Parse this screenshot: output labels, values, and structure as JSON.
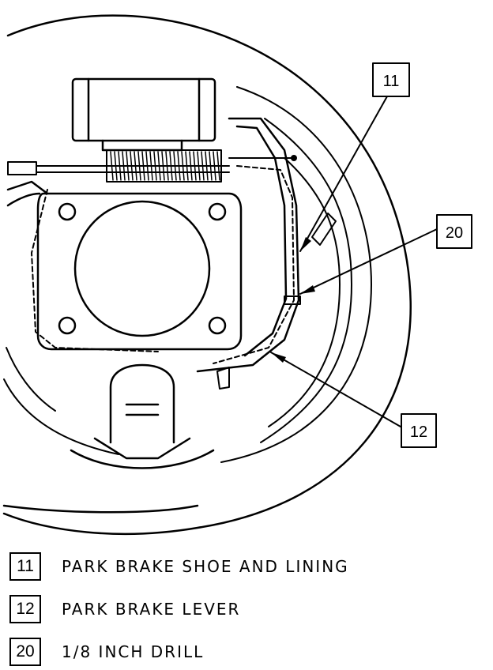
{
  "callouts": [
    {
      "number": "11",
      "label": "PARK BRAKE SHOE AND LINING"
    },
    {
      "number": "12",
      "label": "PARK BRAKE LEVER"
    },
    {
      "number": "20",
      "label": "1/8 INCH DRILL"
    }
  ]
}
